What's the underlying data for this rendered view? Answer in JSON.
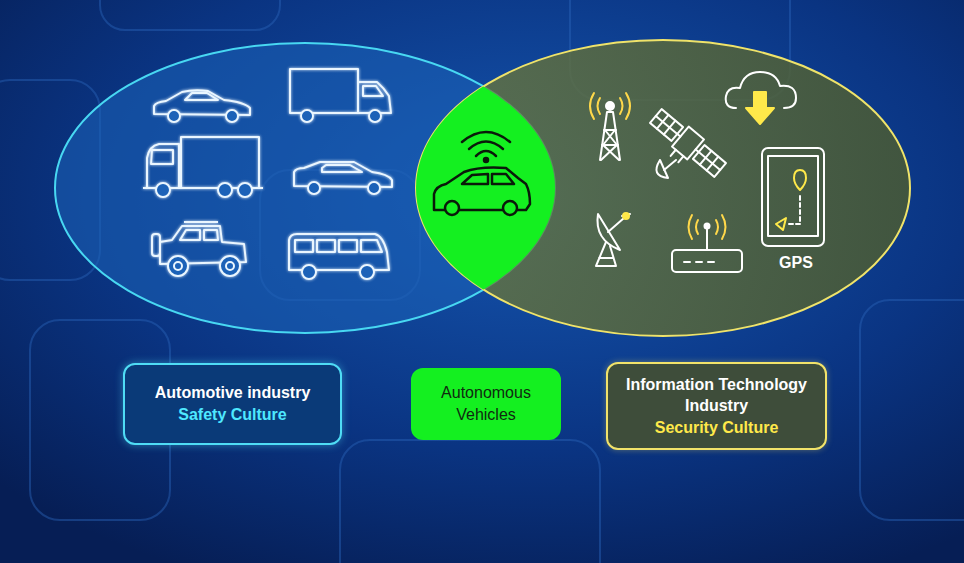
{
  "diagram": {
    "nodes": [
      {
        "text": [
          "Automotive industry",
          "Safety Culture"
        ]
      },
      {
        "text": [
          "Autonomous Vehicles"
        ]
      },
      {
        "text": [
          "Information Technology Industry",
          "Security Culture"
        ]
      }
    ],
    "labels": [
      "GPS"
    ]
  }
}
